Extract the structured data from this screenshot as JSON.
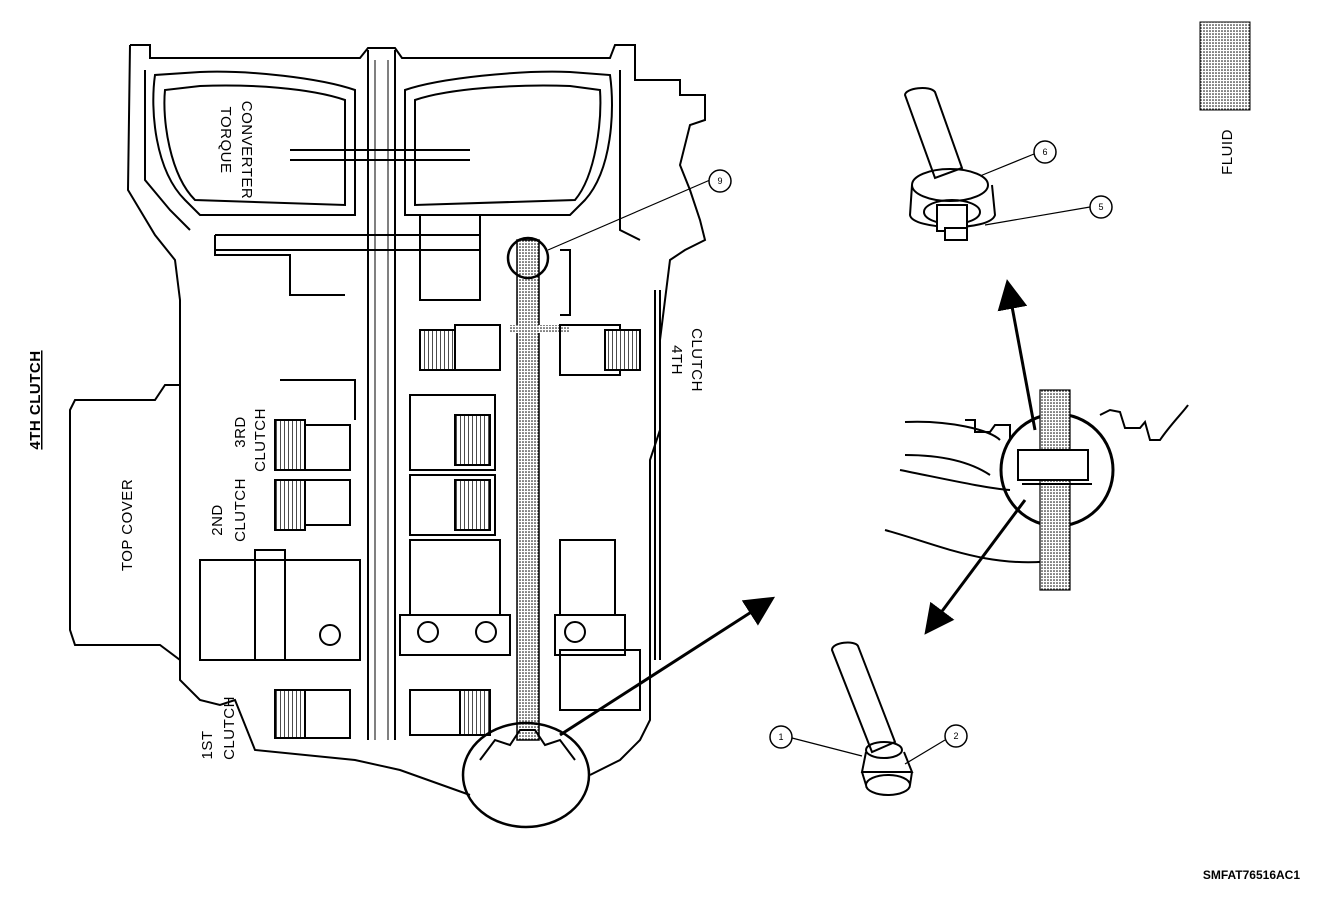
{
  "title": "4TH CLUTCH",
  "labels": {
    "top_cover": "TOP COVER",
    "torque_converter_1": "TORQUE",
    "torque_converter_2": "CONVERTER",
    "second_clutch_1": "2ND",
    "second_clutch_2": "CLUTCH",
    "third_clutch_1": "3RD",
    "third_clutch_2": "CLUTCH",
    "first_clutch_1": "1ST",
    "first_clutch_2": "CLUTCH",
    "fourth_clutch_1": "4TH",
    "fourth_clutch_2": "CLUTCH"
  },
  "legend": {
    "label": "FLUID"
  },
  "callouts": {
    "c9": "9",
    "c6": "6",
    "c5": "5",
    "c1": "1",
    "c2": "2"
  },
  "figure_code": "SMFAT76516AC1"
}
